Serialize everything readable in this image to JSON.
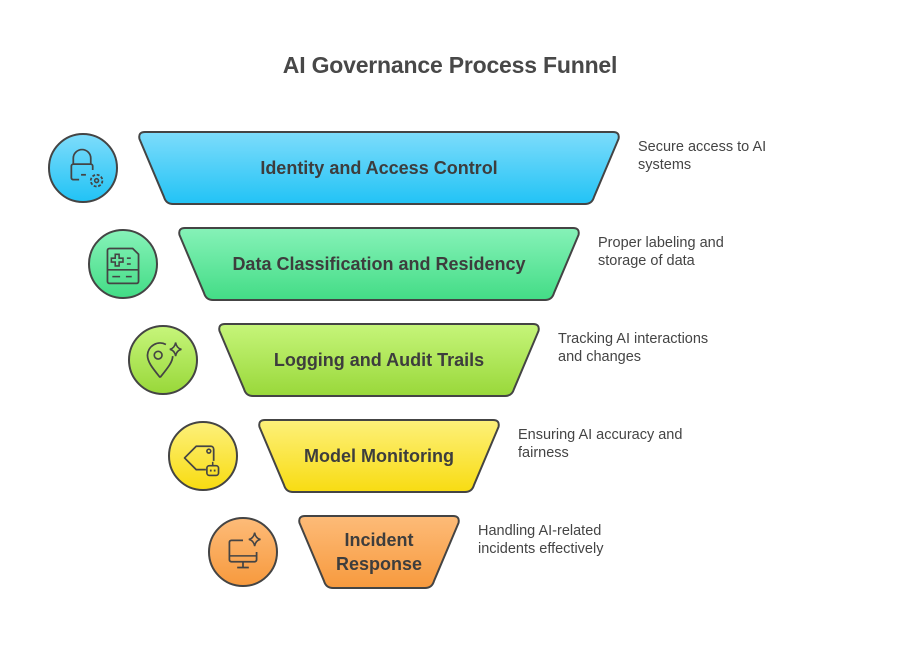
{
  "title": "AI Governance Process Funnel",
  "layers": [
    {
      "label": "Identity and Access Control",
      "description": "Secure access to AI systems",
      "icon": "lock-gear-icon",
      "color_top": "#7ddcfb",
      "color_bottom": "#22c3f5"
    },
    {
      "label": "Data Classification and Residency",
      "description": "Proper labeling and storage of data",
      "icon": "medical-document-icon",
      "color_top": "#86f2b8",
      "color_bottom": "#43dc86"
    },
    {
      "label": "Logging and Audit Trails",
      "description": "Tracking AI interactions and changes",
      "icon": "location-pin-sparkle-icon",
      "color_top": "#c6f57a",
      "color_bottom": "#99d83a"
    },
    {
      "label": "Model Monitoring",
      "description": "Ensuring AI accuracy and fairness",
      "icon": "tag-robot-icon",
      "color_top": "#fdf07a",
      "color_bottom": "#f8dc12"
    },
    {
      "label": "Incident Response",
      "description": "Handling AI-related incidents effectively",
      "icon": "monitor-sparkle-icon",
      "color_top": "#fdbb78",
      "color_bottom": "#f79a3e"
    }
  ]
}
